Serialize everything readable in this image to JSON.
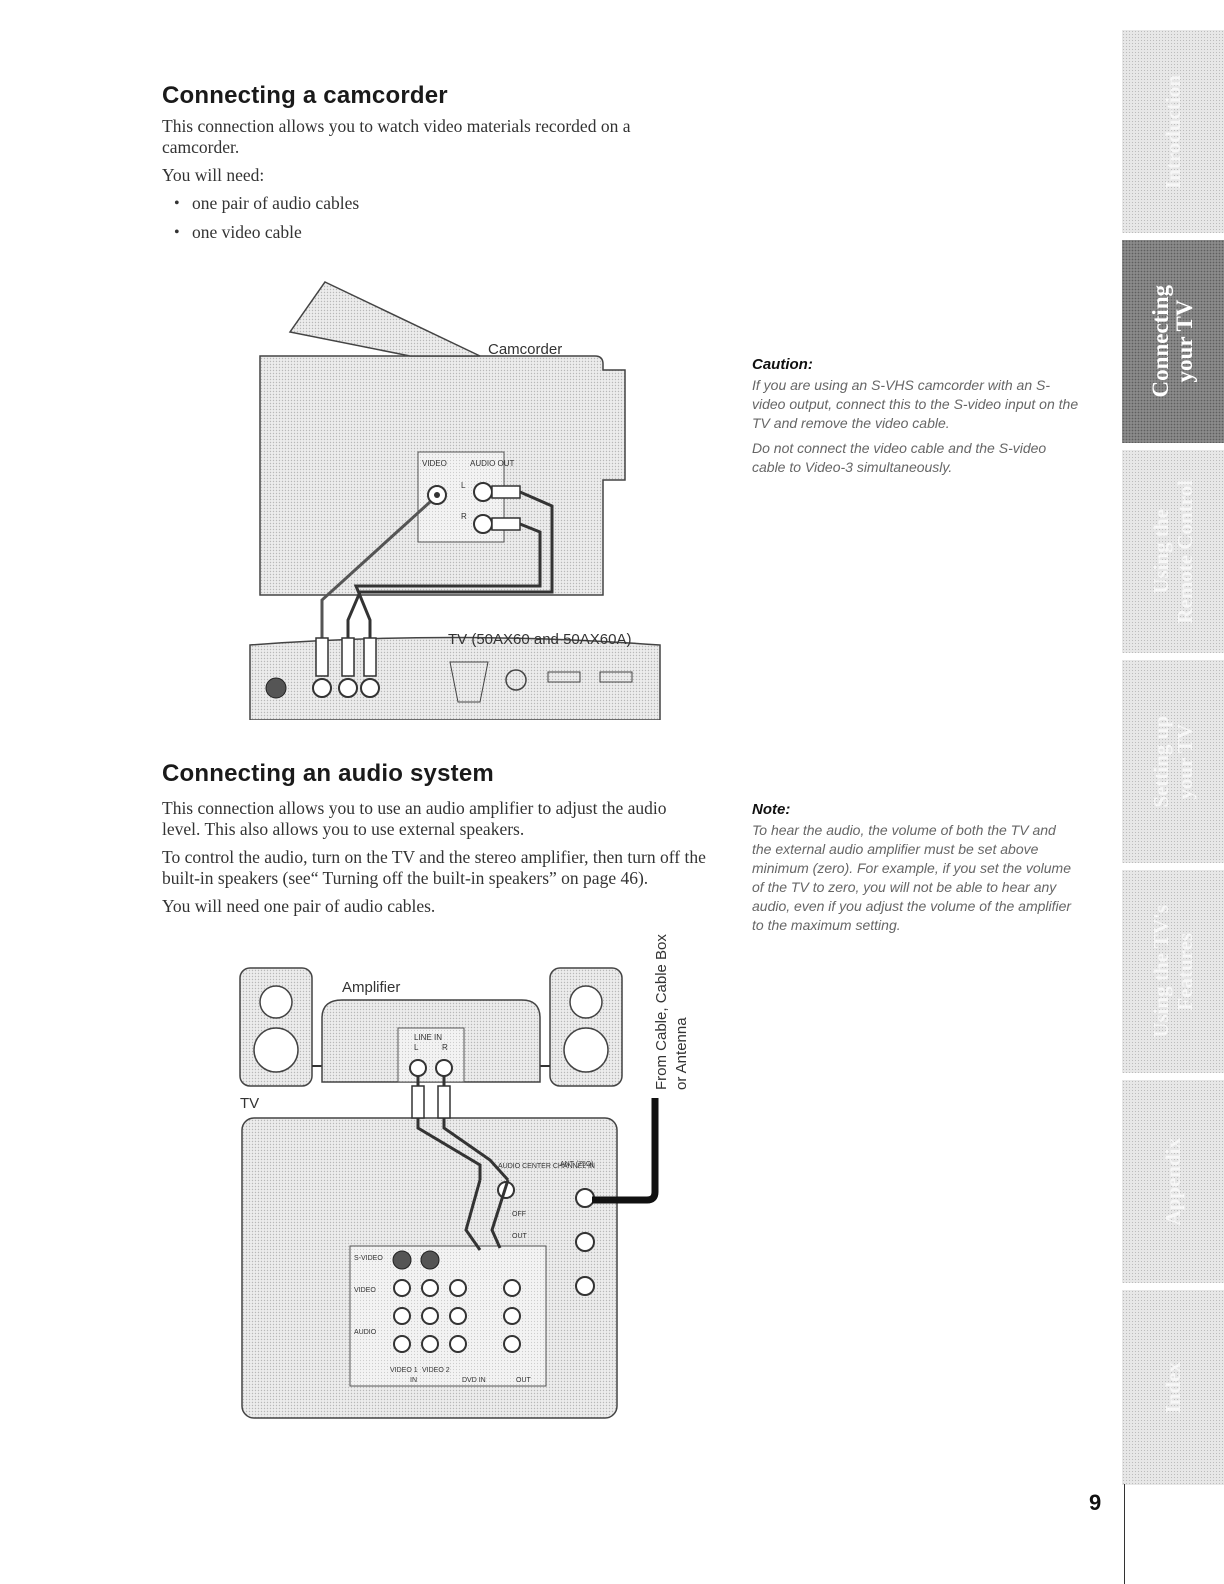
{
  "sections": {
    "camcorder": {
      "title": "Connecting a camcorder",
      "intro": "This connection allows you to watch video materials recorded on a camcorder.",
      "need_label": "You will need:",
      "items": [
        "one pair of audio cables",
        "one video cable"
      ],
      "diagram": {
        "device_label": "Camcorder",
        "tv_label": "TV (50AX60 and 50AX60A)",
        "video_label": "VIDEO",
        "audio_out_label": "AUDIO OUT",
        "left_label": "L",
        "right_label": "R"
      },
      "caution": {
        "title": "Caution:",
        "paragraphs": [
          "If you are using an S-VHS camcorder with an S-video output, connect this to the S-video input on the TV and remove the video cable.",
          "Do not connect the video cable and the S-video cable to Video-3 simultaneously."
        ]
      }
    },
    "audio": {
      "title": "Connecting an audio system",
      "paragraphs": [
        "This connection allows you to use an audio amplifier to adjust the audio level. This also allows you to use external speakers.",
        "To control the audio, turn on the TV and the stereo amplifier, then turn off the built-in speakers (see“ Turning off the built-in speakers” on page 46).",
        "You will need one pair of audio cables."
      ],
      "diagram": {
        "amplifier_label": "Amplifier",
        "line_in_label": "LINE IN",
        "left_label": "L",
        "right_label": "R",
        "tv_label": "TV",
        "source_line1": "From Cable, Cable Box",
        "source_line2": "or Antenna",
        "rear_labels": {
          "center": "AUDIO CENTER CHANNEL IN",
          "ant": "ANT (75Ω)",
          "off": "OFF",
          "out": "OUT",
          "svideo": "S-VIDEO",
          "video": "VIDEO",
          "audio": "AUDIO",
          "video1": "VIDEO 1",
          "video2": "VIDEO 2",
          "in": "IN",
          "dvd_in": "DVD IN",
          "out_bottom": "OUT"
        }
      },
      "note": {
        "title": "Note:",
        "text": "To hear the audio, the volume of both the TV and the external audio amplifier must be set above minimum (zero). For example, if you set the volume of the TV to zero, you will not be able to hear any audio, even if you adjust the volume of the amplifier to the maximum setting."
      }
    }
  },
  "tabs": [
    {
      "label": "Introduction",
      "active": false
    },
    {
      "label": "Connecting\nyour TV",
      "active": true
    },
    {
      "label": "Using the\nRemote Control",
      "active": false
    },
    {
      "label": "Setting up\nyour TV",
      "active": false
    },
    {
      "label": "Using the TV's\nFeatures",
      "active": false
    },
    {
      "label": "Appendix",
      "active": false
    },
    {
      "label": "Index",
      "active": false
    }
  ],
  "page_number": "9"
}
